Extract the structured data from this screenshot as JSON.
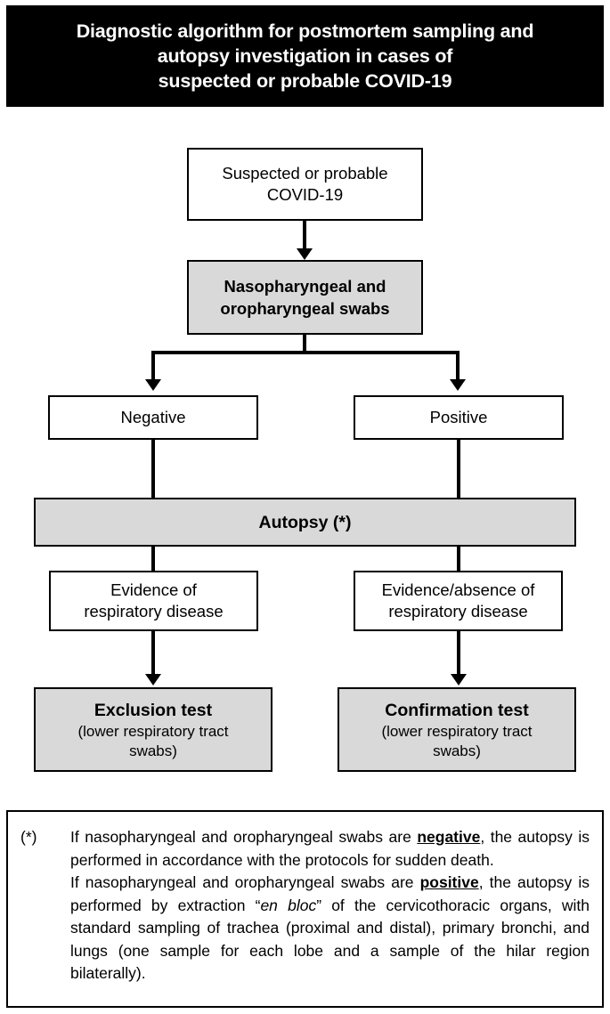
{
  "title": {
    "line1": "Diagnostic algorithm for postmortem sampling and",
    "line2": "autopsy investigation in cases of",
    "line3": "suspected or probable COVID-19"
  },
  "colors": {
    "banner_background": "#000000",
    "banner_text": "#ffffff",
    "shaded_node_fill": "#d9d9d9",
    "node_fill": "#ffffff",
    "stroke": "#000000"
  },
  "flowchart": {
    "type": "flowchart",
    "nodes": [
      {
        "id": "suspected",
        "line1": "Suspected or probable",
        "line2": "COVID-19",
        "style": "plain",
        "shaded": false
      },
      {
        "id": "swabs",
        "line1": "Nasopharyngeal and",
        "line2": "oropharyngeal swabs",
        "style": "bold",
        "shaded": true
      },
      {
        "id": "negative",
        "line1": "Negative",
        "line2": "",
        "style": "plain",
        "shaded": false
      },
      {
        "id": "positive",
        "line1": "Positive",
        "line2": "",
        "style": "plain",
        "shaded": false
      },
      {
        "id": "autopsy",
        "line1": "Autopsy (*)",
        "line2": "",
        "style": "bold",
        "shaded": true
      },
      {
        "id": "evidence-l",
        "line1": "Evidence of",
        "line2": "respiratory disease",
        "style": "plain",
        "shaded": false
      },
      {
        "id": "evidence-r",
        "line1": "Evidence/absence of",
        "line2": "respiratory disease",
        "style": "plain",
        "shaded": false
      },
      {
        "id": "exclusion",
        "line1": "Exclusion test",
        "line2": "(lower respiratory tract",
        "line3": "swabs)",
        "style": "bold-sub",
        "shaded": true
      },
      {
        "id": "confirmation",
        "line1": "Confirmation test",
        "line2": "(lower respiratory tract",
        "line3": "swabs)",
        "style": "bold-sub",
        "shaded": true
      }
    ],
    "edges": [
      {
        "from": "suspected",
        "to": "swabs",
        "arrow": true
      },
      {
        "from": "swabs",
        "to": "negative",
        "arrow": true
      },
      {
        "from": "swabs",
        "to": "positive",
        "arrow": true
      },
      {
        "from": "negative",
        "to": "autopsy",
        "arrow": false
      },
      {
        "from": "positive",
        "to": "autopsy",
        "arrow": false
      },
      {
        "from": "autopsy",
        "to": "evidence-l",
        "arrow": false
      },
      {
        "from": "autopsy",
        "to": "evidence-r",
        "arrow": false
      },
      {
        "from": "evidence-l",
        "to": "exclusion",
        "arrow": true
      },
      {
        "from": "evidence-r",
        "to": "confirmation",
        "arrow": true
      }
    ]
  },
  "footnote": {
    "marker": "(*)",
    "para1_a": "If nasopharyngeal and oropharyngeal swabs are ",
    "para1_em": "negative",
    "para1_b": ", the autopsy is performed in accordance with the protocols for sudden death.",
    "para2_a": "If nasopharyngeal and oropharyngeal swabs are ",
    "para2_em": "positive",
    "para2_b": ", the autopsy is performed by extraction “",
    "para2_it": "en bloc",
    "para2_c": "” of the cervicothoracic organs, with standard sampling of trachea (proximal and distal), primary bronchi, and lungs (one sample for each lobe and a sample of the hilar region bilaterally)."
  }
}
